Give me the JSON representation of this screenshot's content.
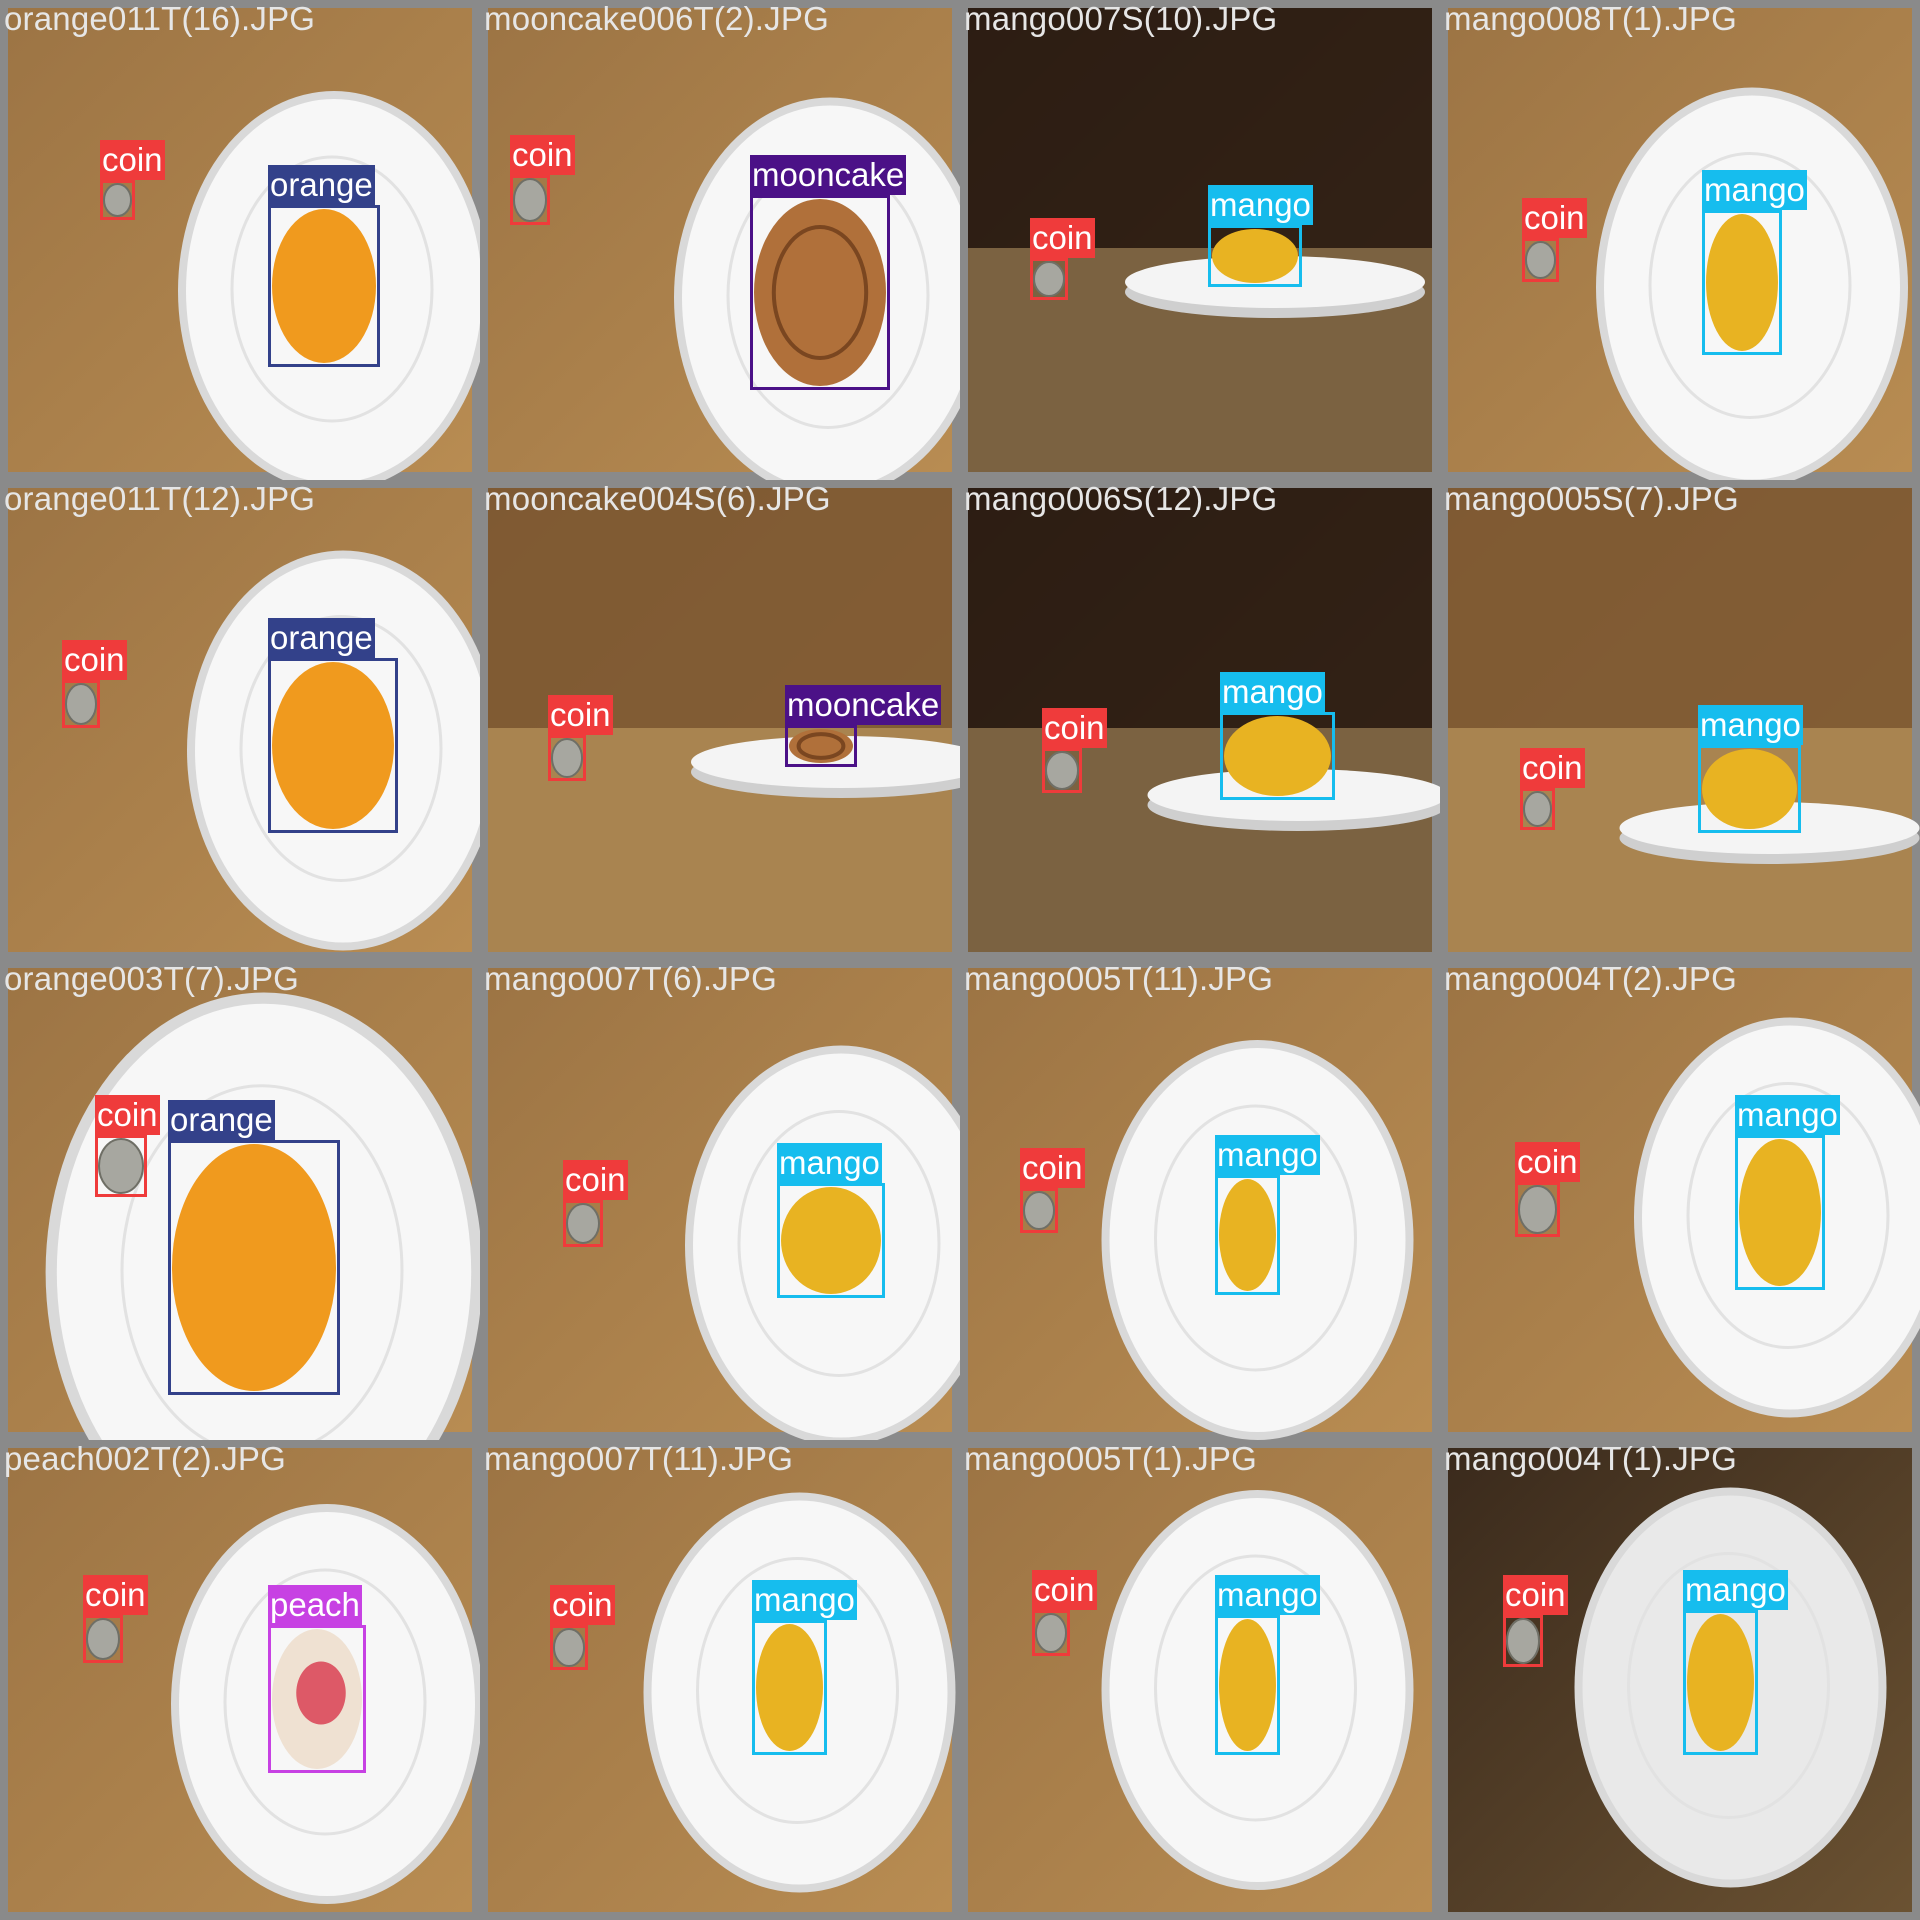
{
  "classes": {
    "coin": {
      "color": "#ef3b3b"
    },
    "orange": {
      "color": "#33418a"
    },
    "mooncake": {
      "color": "#4b1187"
    },
    "mango": {
      "color": "#16bdee"
    },
    "peach": {
      "color": "#c741e3"
    }
  },
  "tiles": [
    {
      "filename": "orange011T(16).JPG",
      "scene": "top-plate",
      "fruit": "orange",
      "detections": [
        {
          "label": "coin"
        },
        {
          "label": "orange"
        }
      ]
    },
    {
      "filename": "mooncake006T(2).JPG",
      "scene": "top-plate",
      "fruit": "mooncake",
      "detections": [
        {
          "label": "coin"
        },
        {
          "label": "mooncake"
        }
      ]
    },
    {
      "filename": "mango007S(10).JPG",
      "scene": "side-plate-dark",
      "fruit": "mango",
      "detections": [
        {
          "label": "coin"
        },
        {
          "label": "mango"
        }
      ]
    },
    {
      "filename": "mango008T(1).JPG",
      "scene": "top-plate",
      "fruit": "mango",
      "detections": [
        {
          "label": "coin"
        },
        {
          "label": "mango"
        }
      ]
    },
    {
      "filename": "orange011T(12).JPG",
      "scene": "top-plate",
      "fruit": "orange",
      "detections": [
        {
          "label": "coin"
        },
        {
          "label": "orange"
        }
      ]
    },
    {
      "filename": "mooncake004S(6).JPG",
      "scene": "side-plate",
      "fruit": "mooncake",
      "detections": [
        {
          "label": "coin"
        },
        {
          "label": "mooncake"
        }
      ]
    },
    {
      "filename": "mango006S(12).JPG",
      "scene": "side-plate-dark",
      "fruit": "mango",
      "detections": [
        {
          "label": "coin"
        },
        {
          "label": "mango"
        }
      ]
    },
    {
      "filename": "mango005S(7).JPG",
      "scene": "side-plate",
      "fruit": "mango",
      "detections": [
        {
          "label": "coin"
        },
        {
          "label": "mango"
        }
      ]
    },
    {
      "filename": "orange003T(7).JPG",
      "scene": "top-plate-close",
      "fruit": "orange",
      "detections": [
        {
          "label": "coin"
        },
        {
          "label": "orange"
        }
      ]
    },
    {
      "filename": "mango007T(6).JPG",
      "scene": "top-plate",
      "fruit": "mango",
      "detections": [
        {
          "label": "coin"
        },
        {
          "label": "mango"
        }
      ]
    },
    {
      "filename": "mango005T(11).JPG",
      "scene": "top-plate",
      "fruit": "mango",
      "detections": [
        {
          "label": "coin"
        },
        {
          "label": "mango"
        }
      ]
    },
    {
      "filename": "mango004T(2).JPG",
      "scene": "top-plate",
      "fruit": "mango",
      "detections": [
        {
          "label": "coin"
        },
        {
          "label": "mango"
        }
      ]
    },
    {
      "filename": "peach002T(2).JPG",
      "scene": "top-plate",
      "fruit": "peach",
      "detections": [
        {
          "label": "coin"
        },
        {
          "label": "peach"
        }
      ]
    },
    {
      "filename": "mango007T(11).JPG",
      "scene": "top-plate",
      "fruit": "mango",
      "detections": [
        {
          "label": "coin"
        },
        {
          "label": "mango"
        }
      ]
    },
    {
      "filename": "mango005T(1).JPG",
      "scene": "top-plate",
      "fruit": "mango",
      "detections": [
        {
          "label": "coin"
        },
        {
          "label": "mango"
        }
      ]
    },
    {
      "filename": "mango004T(1).JPG",
      "scene": "top-plate-dark",
      "fruit": "mango",
      "detections": [
        {
          "label": "coin"
        },
        {
          "label": "mango"
        }
      ]
    }
  ]
}
